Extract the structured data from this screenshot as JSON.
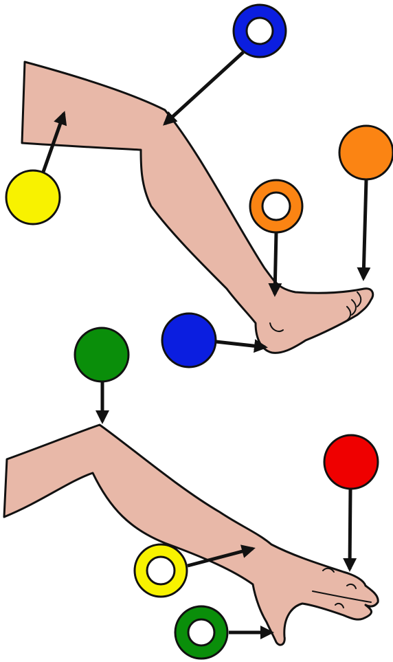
{
  "colors": {
    "skin": "#e8b8a8",
    "outline": "#111111",
    "blue": "#0b1ee0",
    "yellow": "#f8f200",
    "orange": "#fb8413",
    "green": "#0a8e0a",
    "red": "#ef0000"
  },
  "figures": [
    {
      "name": "leg",
      "markers": [
        {
          "id": "knee-marker",
          "color": "blue",
          "style": "ring",
          "icon": "ring-icon"
        },
        {
          "id": "thigh-marker",
          "color": "yellow",
          "style": "filled",
          "icon": "circle-icon"
        },
        {
          "id": "ankle-marker",
          "color": "orange",
          "style": "ring",
          "icon": "ring-icon"
        },
        {
          "id": "toes-marker",
          "color": "orange",
          "style": "filled",
          "icon": "circle-icon"
        },
        {
          "id": "heel-marker",
          "color": "blue",
          "style": "filled",
          "icon": "circle-icon"
        }
      ]
    },
    {
      "name": "arm",
      "markers": [
        {
          "id": "elbow-marker",
          "color": "green",
          "style": "filled",
          "icon": "circle-icon"
        },
        {
          "id": "fingertips-marker",
          "color": "red",
          "style": "filled",
          "icon": "circle-icon"
        },
        {
          "id": "wrist-marker",
          "color": "yellow",
          "style": "ring",
          "icon": "ring-icon"
        },
        {
          "id": "thumb-marker",
          "color": "green",
          "style": "ring",
          "icon": "ring-icon"
        }
      ]
    }
  ]
}
